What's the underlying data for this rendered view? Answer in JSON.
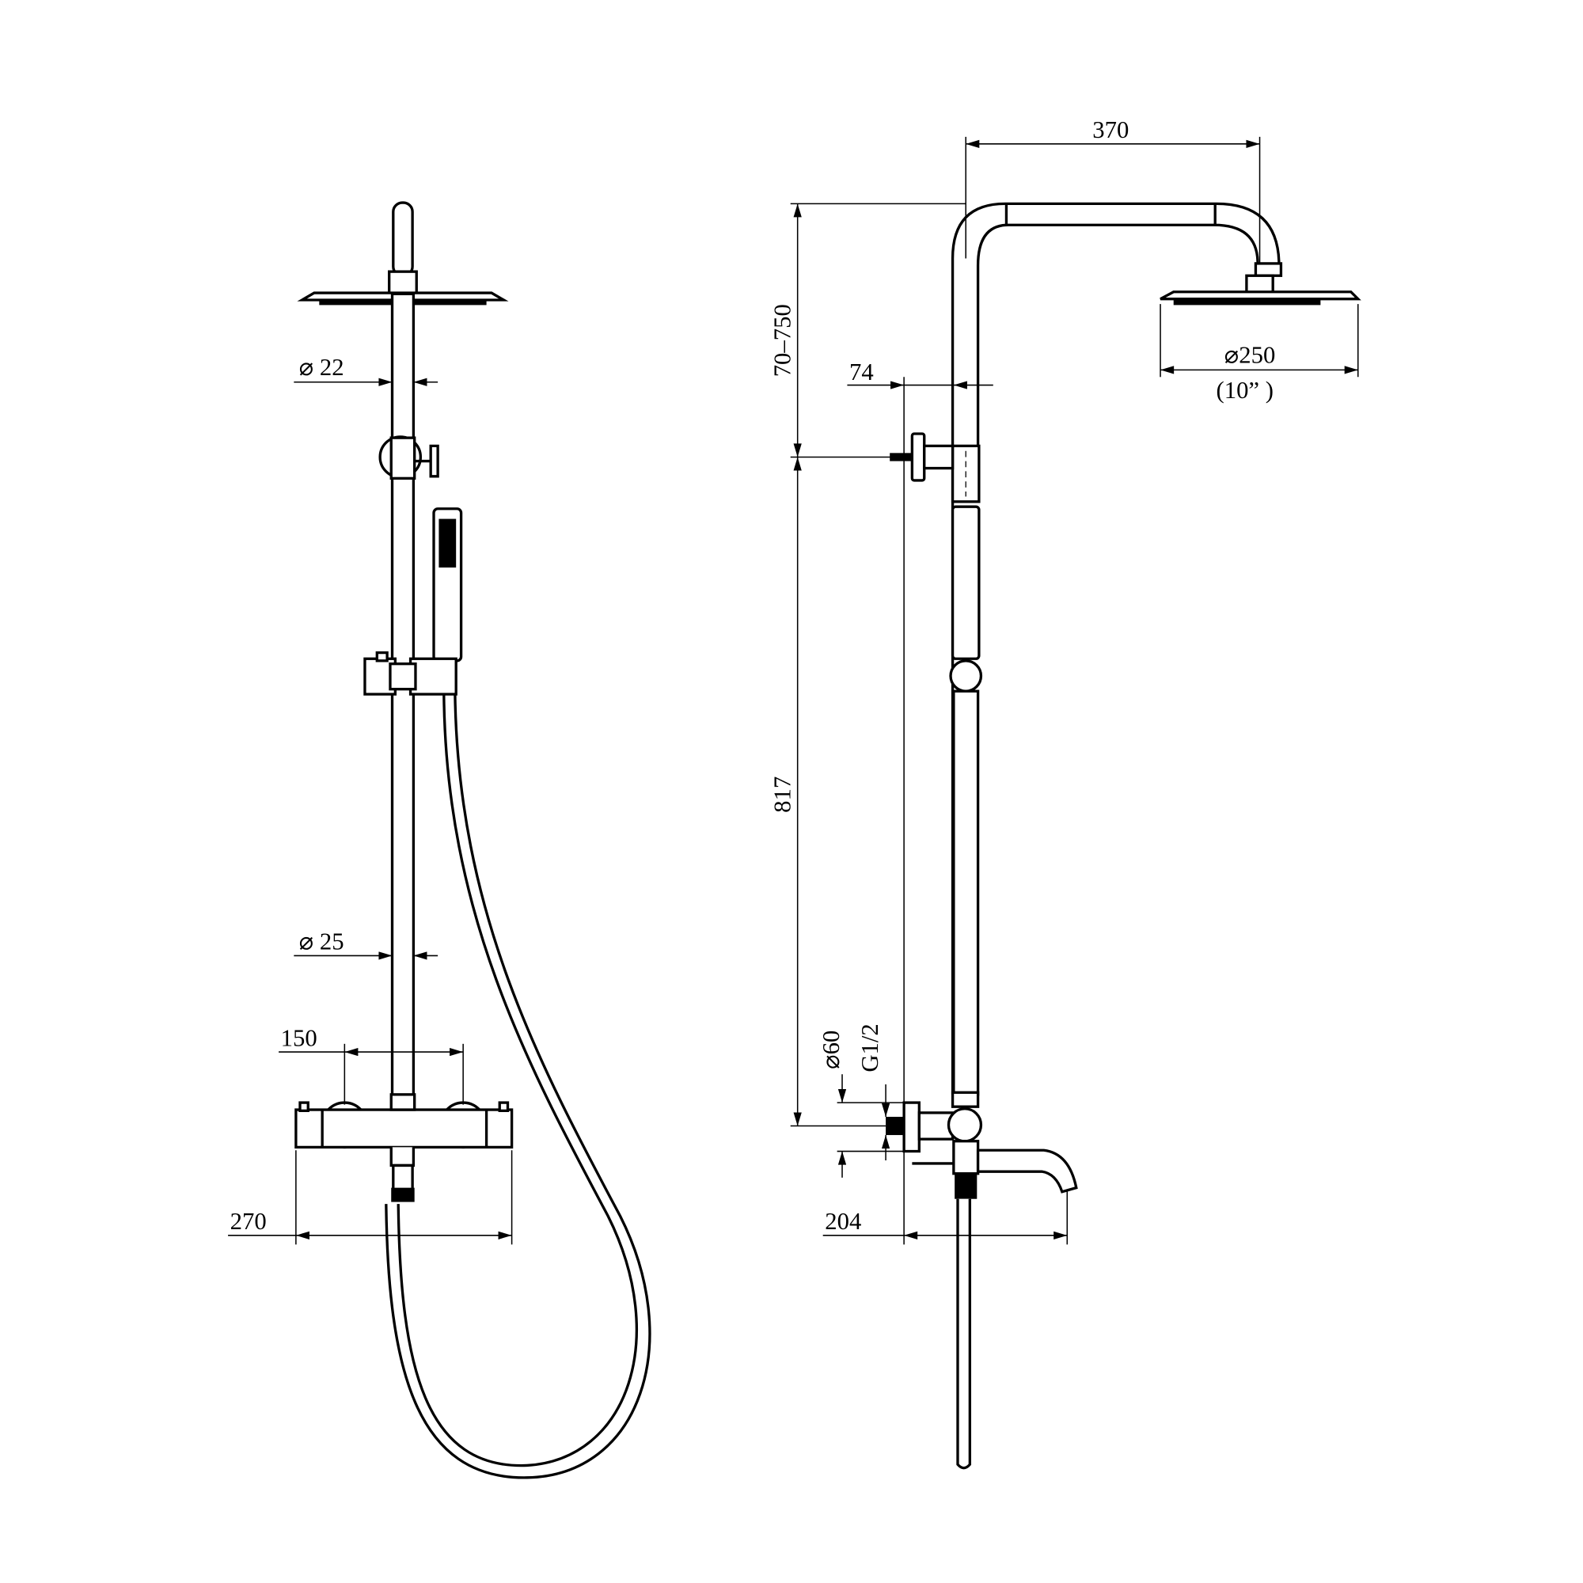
{
  "title": "Shower system dimension drawing",
  "front_view": {
    "dim_pipe_top": "⌀ 22",
    "dim_pipe_bottom": "⌀ 25",
    "dim_valve_centers": "150",
    "dim_valve_width": "270"
  },
  "side_view": {
    "dim_arm_reach": "370",
    "dim_head_diameter": "⌀250",
    "dim_head_inches": "(10”  )",
    "dim_height_adjust": "70–750",
    "dim_wall_offset": "74",
    "dim_lower_height": "817",
    "dim_escutcheon": "⌀60",
    "dim_thread": "G1/2",
    "dim_spout_reach": "204"
  },
  "colors": {
    "line": "#000000",
    "background": "#ffffff"
  }
}
